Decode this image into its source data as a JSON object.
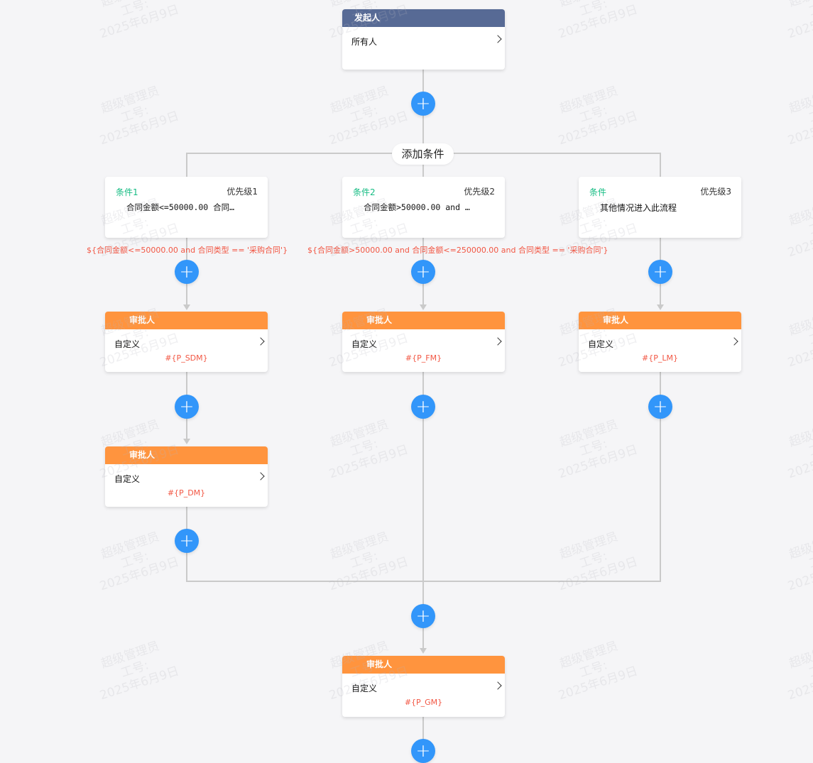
{
  "add_condition_label": "添加条件",
  "add_icon": "+",
  "start_node": {
    "title": "发起人",
    "value": "所有人"
  },
  "conditions": [
    {
      "title": "条件1",
      "priority": "优先级1",
      "content": "合同金额<=50000.00 合同…",
      "expression": "${合同金额<=50000.00 and 合同类型 == '采购合同'}"
    },
    {
      "title": "条件2",
      "priority": "优先级2",
      "content": "合同金额>50000.00 and …",
      "expression": "${合同金额>50000.00 and 合同金额<=250000.00 and 合同类型 == '采购合同'}"
    },
    {
      "title": "条件",
      "priority": "优先级3",
      "content": "其他情况进入此流程",
      "expression": ""
    }
  ],
  "approvers": [
    {
      "title": "审批人",
      "value": "自定义",
      "expr": "#{P_SDM}"
    },
    {
      "title": "审批人",
      "value": "自定义",
      "expr": "#{P_DM}"
    },
    {
      "title": "审批人",
      "value": "自定义",
      "expr": "#{P_FM}"
    },
    {
      "title": "审批人",
      "value": "自定义",
      "expr": "#{P_LM}"
    },
    {
      "title": "审批人",
      "value": "自定义",
      "expr": "#{P_GM}"
    }
  ],
  "watermark": {
    "line1": "超级管理员",
    "line2": "工号:",
    "line3": "2025年6月9日"
  },
  "colors": {
    "start_header": "#576a95",
    "approver_header": "#ff943e",
    "condition_title": "#15bc83",
    "expression": "#f25643",
    "add_button": "#3296fa",
    "connector": "#cacaca"
  }
}
